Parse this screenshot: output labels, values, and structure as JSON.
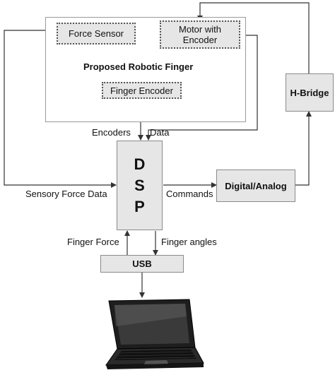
{
  "outer_title": "Proposed Robotic Finger",
  "force_sensor": "Force Sensor",
  "motor_line1": "Motor with",
  "motor_line2": "Encoder",
  "finger_encoder": "Finger Encoder",
  "hbridge": "H-Bridge",
  "dac": "Digital/Analog",
  "dsp_letters": [
    "D",
    "S",
    "P"
  ],
  "usb": "USB",
  "labels": {
    "encoders": "Encoders",
    "data": "Data",
    "sensory_force": "Sensory Force Data",
    "commands": "Commands",
    "finger_force": "Finger Force",
    "finger_angles": "Finger angles"
  },
  "laptop_icon": "laptop-icon"
}
